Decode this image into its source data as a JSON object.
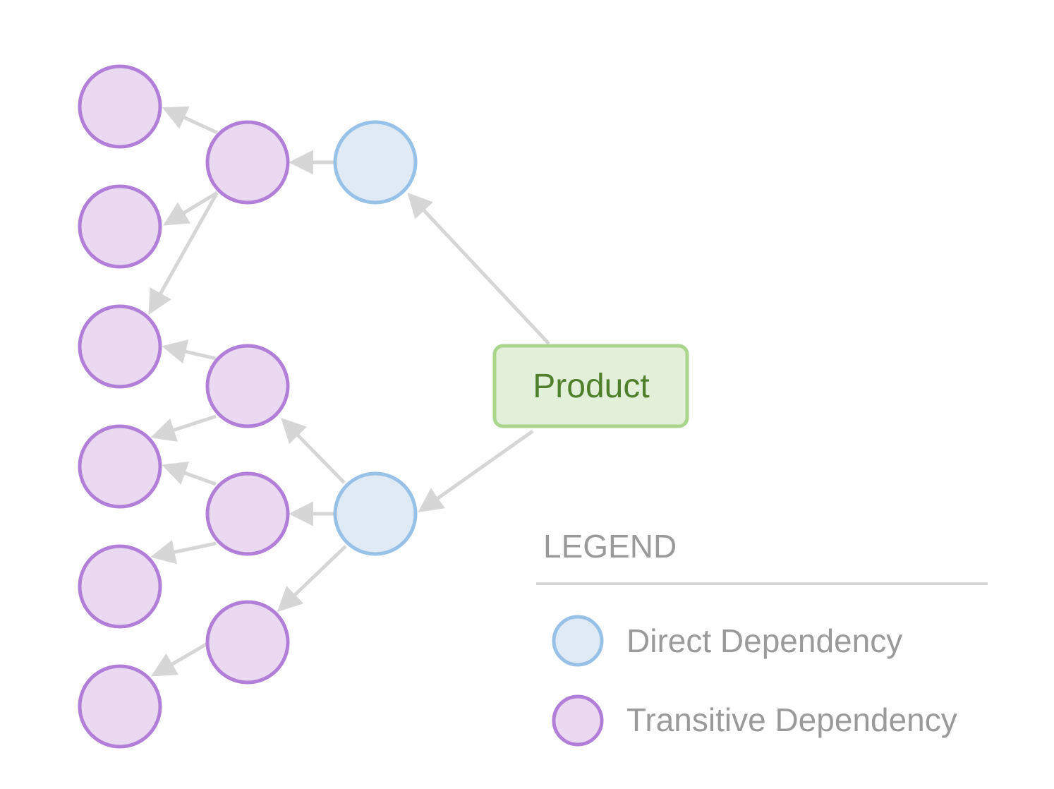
{
  "diagram": {
    "root": {
      "label": "Product"
    },
    "legend": {
      "title": "LEGEND",
      "items": [
        {
          "kind": "direct",
          "label": "Direct Dependency"
        },
        {
          "kind": "transitive",
          "label": "Transitive Dependency"
        }
      ]
    },
    "colors": {
      "direct_fill": "#dfeaf5",
      "direct_stroke": "#98c1e8",
      "transitive_fill": "#ead9f1",
      "transitive_stroke": "#b27fd8",
      "product_fill": "#e2f0d9",
      "product_stroke": "#a9d58c",
      "product_text": "#4f7f2b",
      "edge": "#d6d6d6",
      "legend_text": "#9a9a9a"
    }
  }
}
